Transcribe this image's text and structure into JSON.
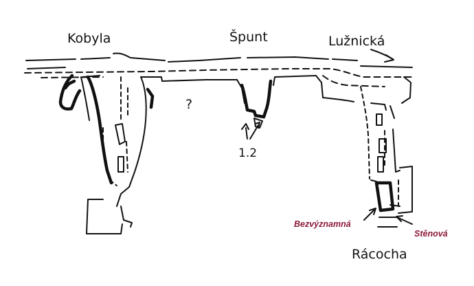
{
  "labels": {
    "kobyla": "Kobyla",
    "spunt": "Špunt",
    "luznicka": "Lužnická",
    "racocha": "Rácocha",
    "number": "1.2",
    "question": "?",
    "bezvyznamna": "Bezvýznamná",
    "stenova": "Stěnová"
  },
  "colors": {
    "ink": "#111111",
    "accent": "#8b1a3a",
    "background": "#ffffff"
  }
}
